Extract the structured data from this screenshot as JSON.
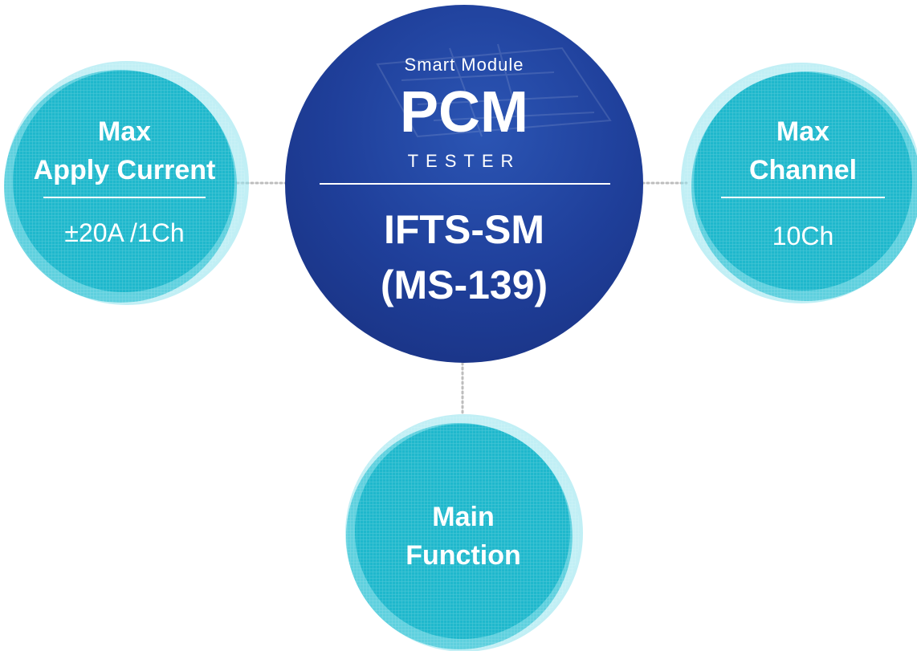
{
  "colors": {
    "teal": "#1fb8cc",
    "teal_light": "#8ee1ec",
    "navy": "#1f3f9a",
    "dots": "#bdbdbd"
  },
  "center": {
    "subtitle": "Smart Module",
    "title": "PCM",
    "tester": "TESTER",
    "model_line1": "IFTS-SM",
    "model_line2": "(MS-139)"
  },
  "left": {
    "line1": "Max",
    "line2": "Apply Current",
    "value": "±20A /1Ch"
  },
  "right": {
    "line1": "Max",
    "line2": "Channel",
    "value": "10Ch"
  },
  "bottom": {
    "line1": "Main",
    "line2": "Function"
  }
}
